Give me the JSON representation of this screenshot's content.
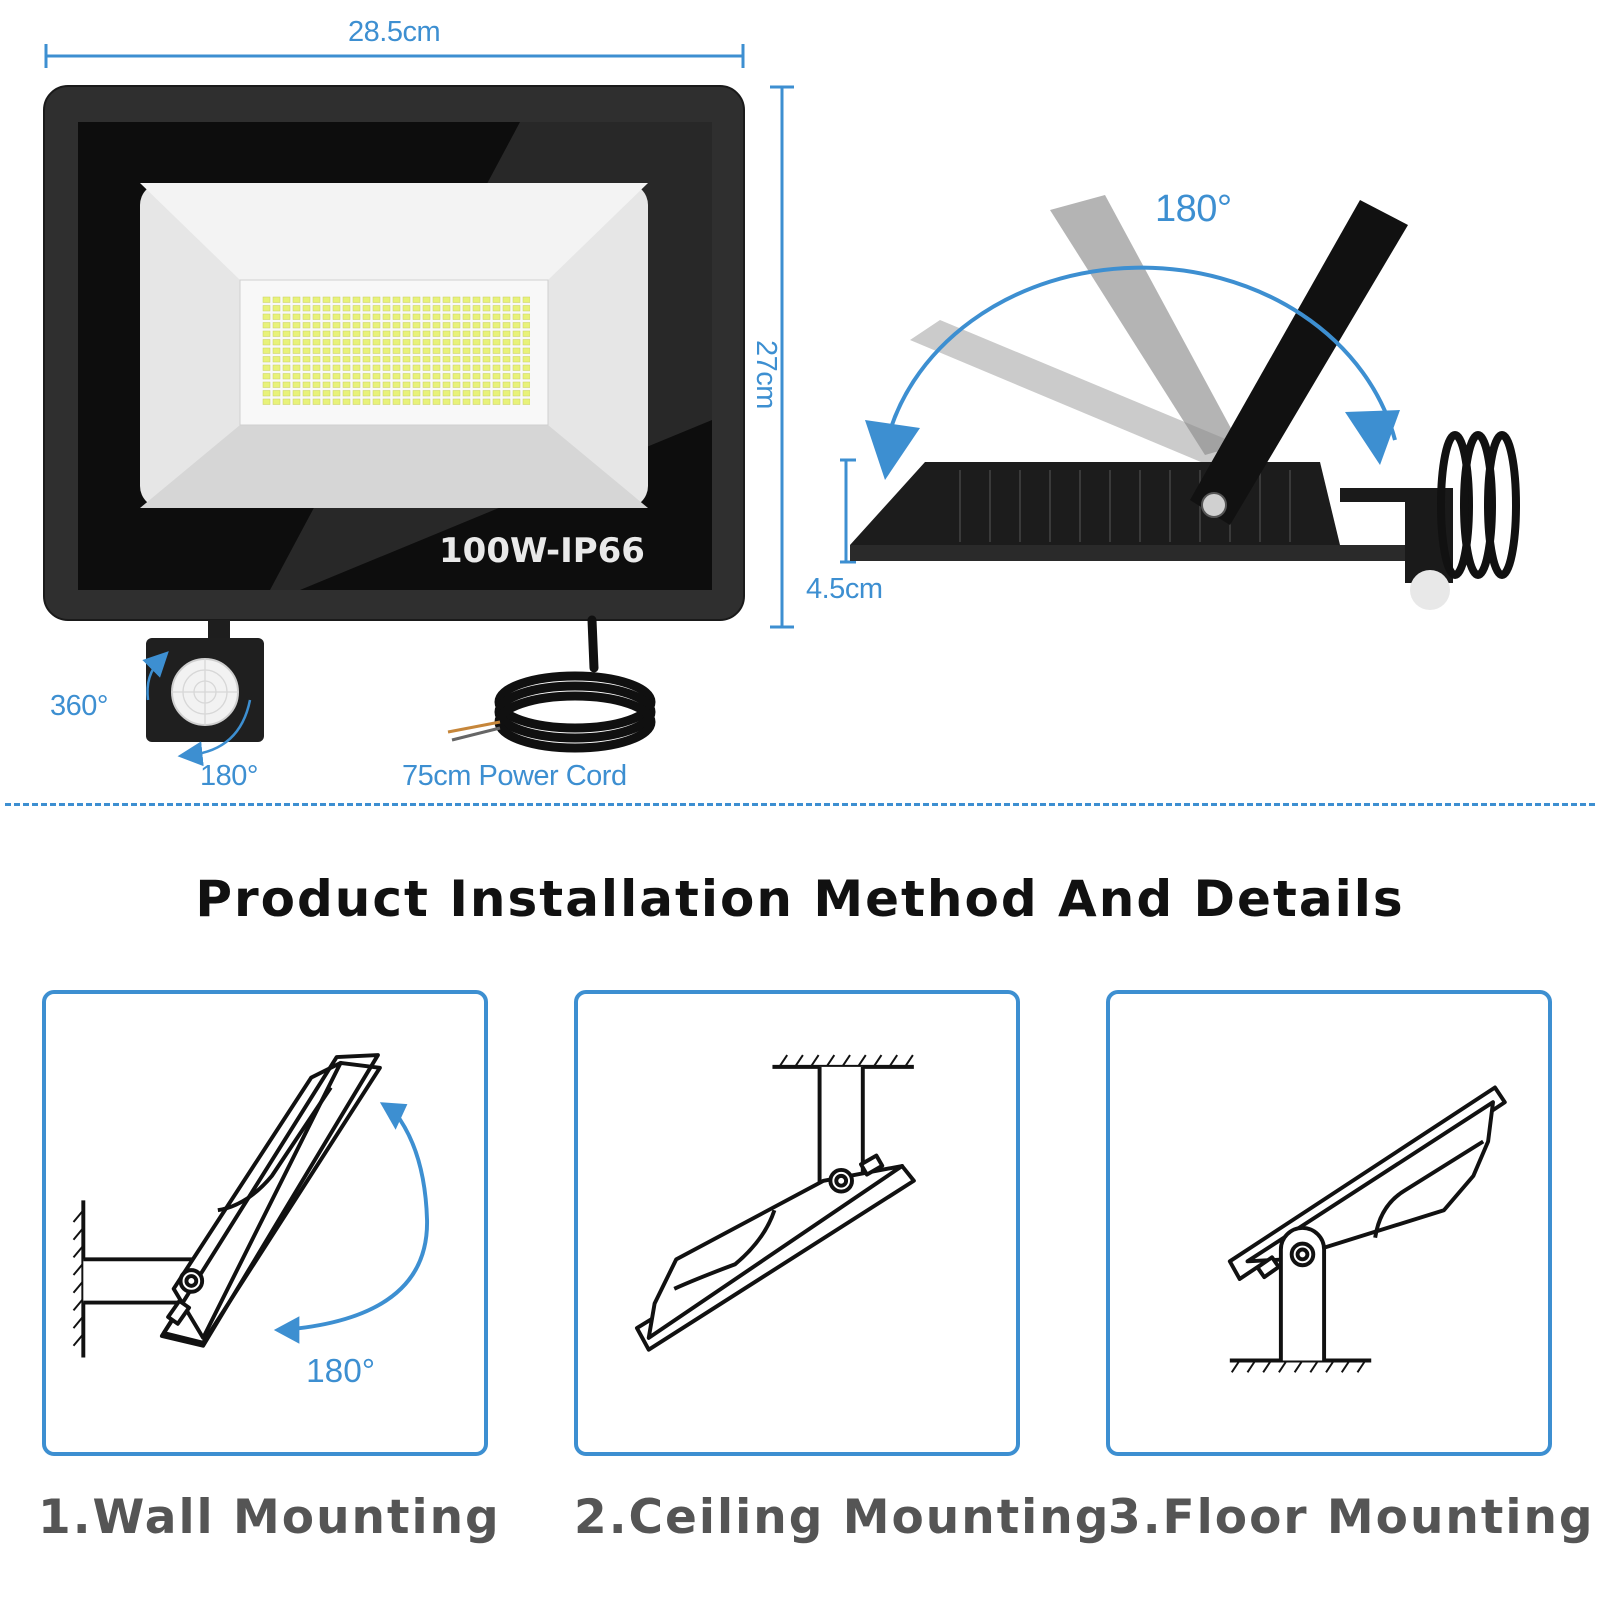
{
  "dimensions": {
    "width": "28.5cm",
    "height": "27cm",
    "depth": "4.5cm"
  },
  "product": {
    "model_label": "100W-IP66"
  },
  "sensor": {
    "rotation_horizontal": "360°",
    "rotation_vertical": "180°"
  },
  "cord": {
    "label": "75cm Power Cord"
  },
  "side_view": {
    "tilt_angle": "180°"
  },
  "section": {
    "title": "Product Installation Method And Details"
  },
  "methods": [
    {
      "label": "1.Wall Mounting",
      "angle": "180°"
    },
    {
      "label": "2.Ceiling Mounting"
    },
    {
      "label": "3.Floor Mounting"
    }
  ],
  "colors": {
    "accent": "#3d8fd1",
    "housing": "#2b2b2b",
    "title": "#111111",
    "method_label": "#555555"
  }
}
